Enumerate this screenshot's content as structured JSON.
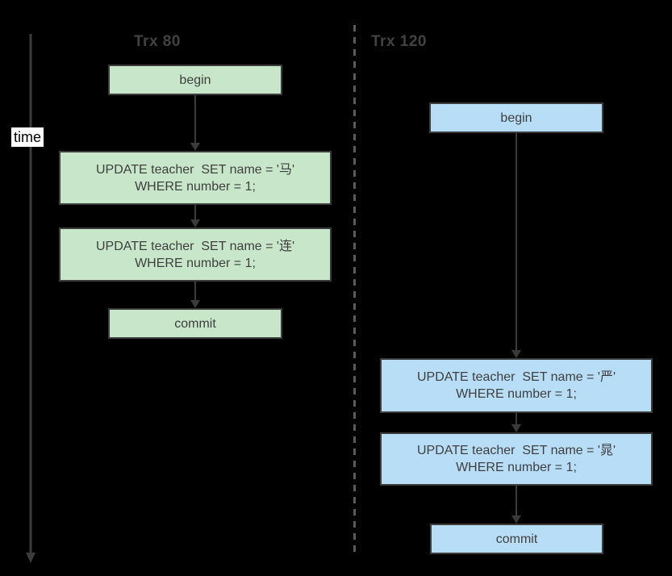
{
  "diagram": {
    "time_label": "time",
    "colors": {
      "background": "#000000",
      "trx80_fill": "#c8e6c9",
      "trx120_fill": "#b8ddf7",
      "node_border": "#3c3c3c",
      "node_text": "#3f3f3f",
      "title_text": "#424242",
      "arrow": "#3a3a3a",
      "divider": "#5a5a5a",
      "time_label_bg": "#ffffff"
    },
    "columns": [
      {
        "title": "Trx 80",
        "nodes": [
          {
            "type": "action",
            "label": "begin"
          },
          {
            "type": "sql",
            "line1": "UPDATE teacher  SET name = '马'",
            "line2": "WHERE number = 1;"
          },
          {
            "type": "sql",
            "line1": "UPDATE teacher  SET name = '连'",
            "line2": "WHERE number = 1;"
          },
          {
            "type": "action",
            "label": "commit"
          }
        ]
      },
      {
        "title": "Trx 120",
        "nodes": [
          {
            "type": "action",
            "label": "begin"
          },
          {
            "type": "sql",
            "line1": "UPDATE teacher  SET name = '严'",
            "line2": "WHERE number = 1;"
          },
          {
            "type": "sql",
            "line1": "UPDATE teacher  SET name = '晁'",
            "line2": "WHERE number = 1;"
          },
          {
            "type": "action",
            "label": "commit"
          }
        ]
      }
    ]
  }
}
